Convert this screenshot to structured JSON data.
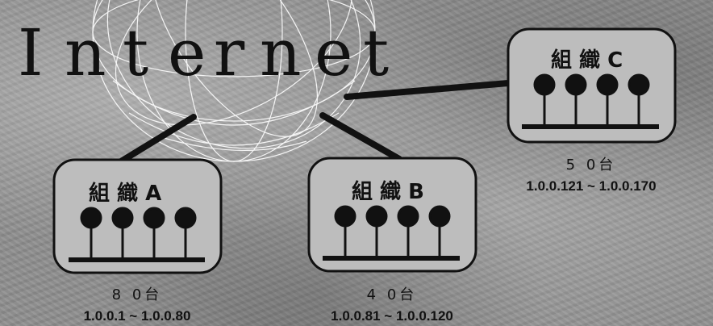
{
  "title_letters": [
    "I",
    "n",
    "t",
    "e",
    "r",
    "n",
    "e",
    "t"
  ],
  "colors": {
    "box_fill": "#bdbdbd",
    "ink": "#111111",
    "globe": "#ffffff"
  },
  "orgs": [
    {
      "label": "組 織 A",
      "count": "8 0台",
      "range": "1.0.0.1 ~ 1.0.0.80",
      "hosts": 4
    },
    {
      "label": "組 織 B",
      "count": "4 0台",
      "range": "1.0.0.81 ~ 1.0.0.120",
      "hosts": 4
    },
    {
      "label": "組 織 C",
      "count": "5 0台",
      "range": "1.0.0.121 ~ 1.0.0.170",
      "hosts": 4
    }
  ]
}
